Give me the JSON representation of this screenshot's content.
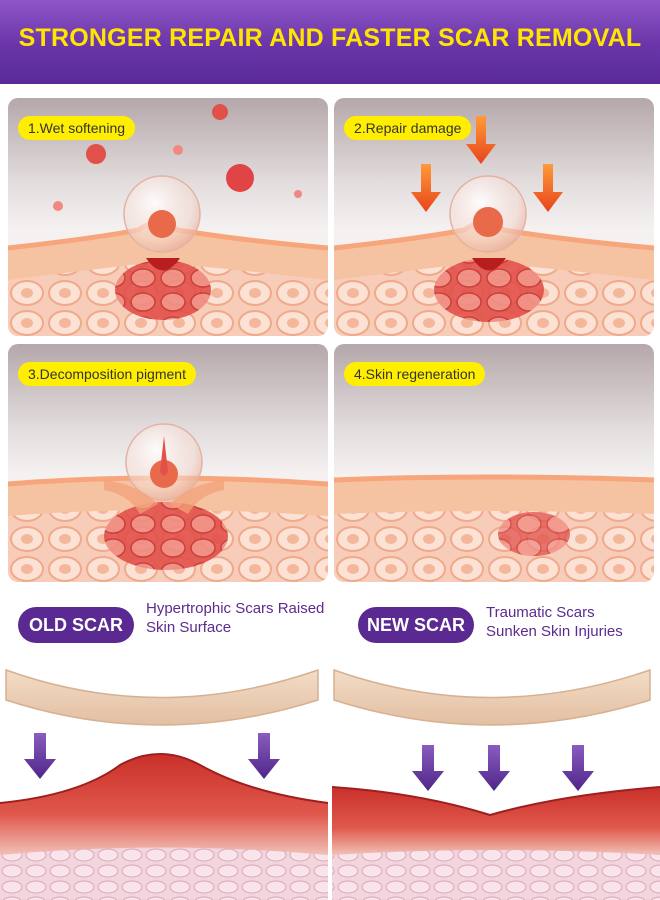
{
  "header": {
    "title": "STRONGER REPAIR AND FASTER SCAR REMOVAL"
  },
  "steps": [
    {
      "label": "1.Wet softening"
    },
    {
      "label": "2.Repair damage"
    },
    {
      "label": "3.Decomposition pigment"
    },
    {
      "label": "4.Skin regeneration"
    }
  ],
  "old_scar": {
    "badge": "OLD SCAR",
    "line1": "Hypertrophic Scars Raised",
    "line2": "Skin Surface"
  },
  "new_scar": {
    "badge": "NEW SCAR",
    "line1": "Traumatic Scars",
    "line2": "Sunken Skin Injuries"
  },
  "colors": {
    "banner": "#6a35a8",
    "title": "#ffe600",
    "label_bg": "#ffee00",
    "pill": "#5a2a92",
    "arrow": "#5b2b8f"
  }
}
